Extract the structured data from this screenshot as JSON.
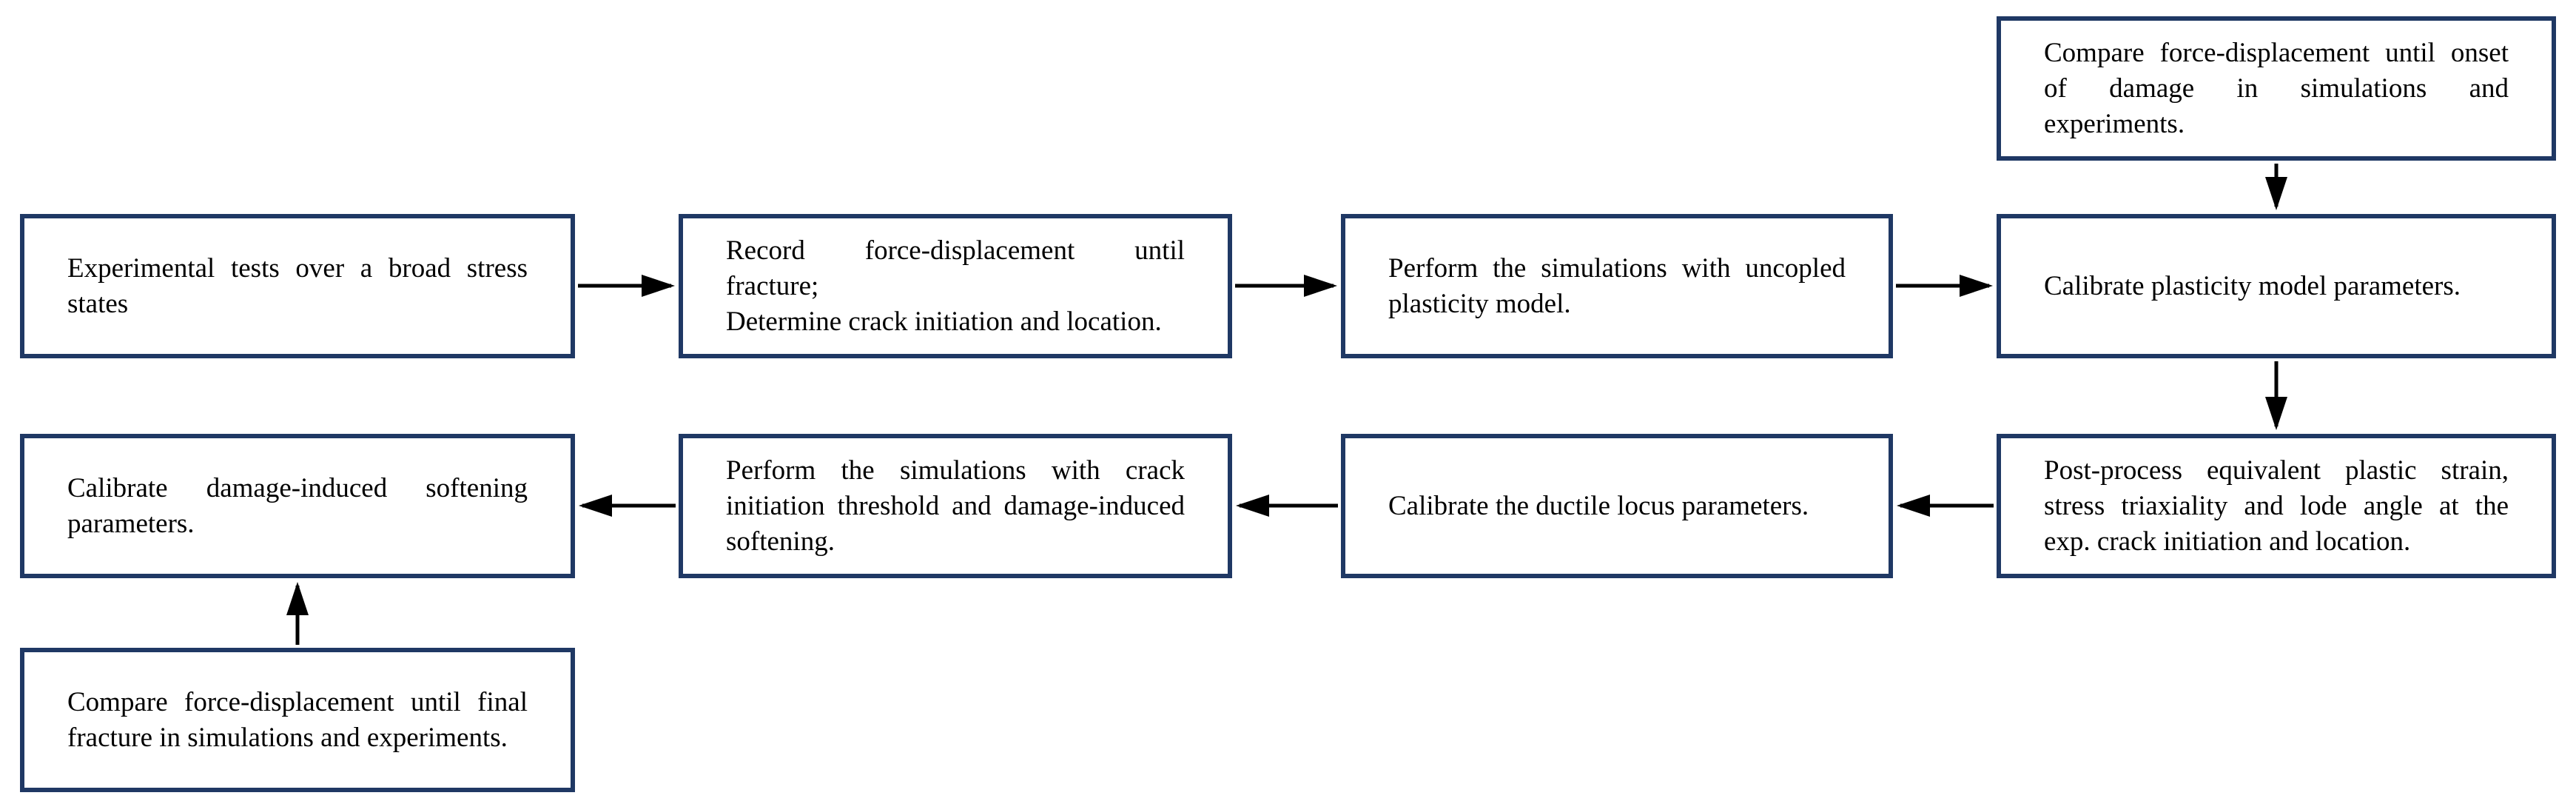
{
  "figure": {
    "type": "flowchart",
    "colors": {
      "page_bg": "#ffffff",
      "box_border": "#1f3864",
      "box_fill": "#ffffff",
      "text_color": "#000000",
      "arrow_color": "#000000"
    },
    "nodes": {
      "experimental_tests": {
        "lines": [
          "Experimental tests over a broad stress",
          "states"
        ]
      },
      "record_force_displacement": {
        "lines": [
          "Record force-displacement until",
          "fracture;",
          "Determine crack initiation and location."
        ]
      },
      "uncoupled_simulations": {
        "lines": [
          "Perform the simulations with uncopled",
          "plasticity model."
        ]
      },
      "calibrate_plasticity": {
        "lines": [
          "Calibrate plasticity model parameters."
        ]
      },
      "compare_onset_damage": {
        "lines": [
          "Compare force-displacement until onset",
          "of damage in simulations and",
          "experiments."
        ]
      },
      "post_process": {
        "lines": [
          "Post-process equivalent plastic strain,",
          "stress triaxiality and lode angle at the",
          "exp. crack initiation and location."
        ]
      },
      "calibrate_ductile_locus": {
        "lines": [
          "Calibrate the ductile locus parameters."
        ]
      },
      "damage_simulations": {
        "lines": [
          "Perform the simulations with crack",
          "initiation threshold and damage-induced",
          "softening."
        ]
      },
      "calibrate_softening": {
        "lines": [
          "Calibrate damage-induced softening",
          "parameters."
        ]
      },
      "compare_final_fracture": {
        "lines": [
          "Compare force-displacement until final",
          "fracture in simulations and experiments."
        ]
      }
    }
  }
}
